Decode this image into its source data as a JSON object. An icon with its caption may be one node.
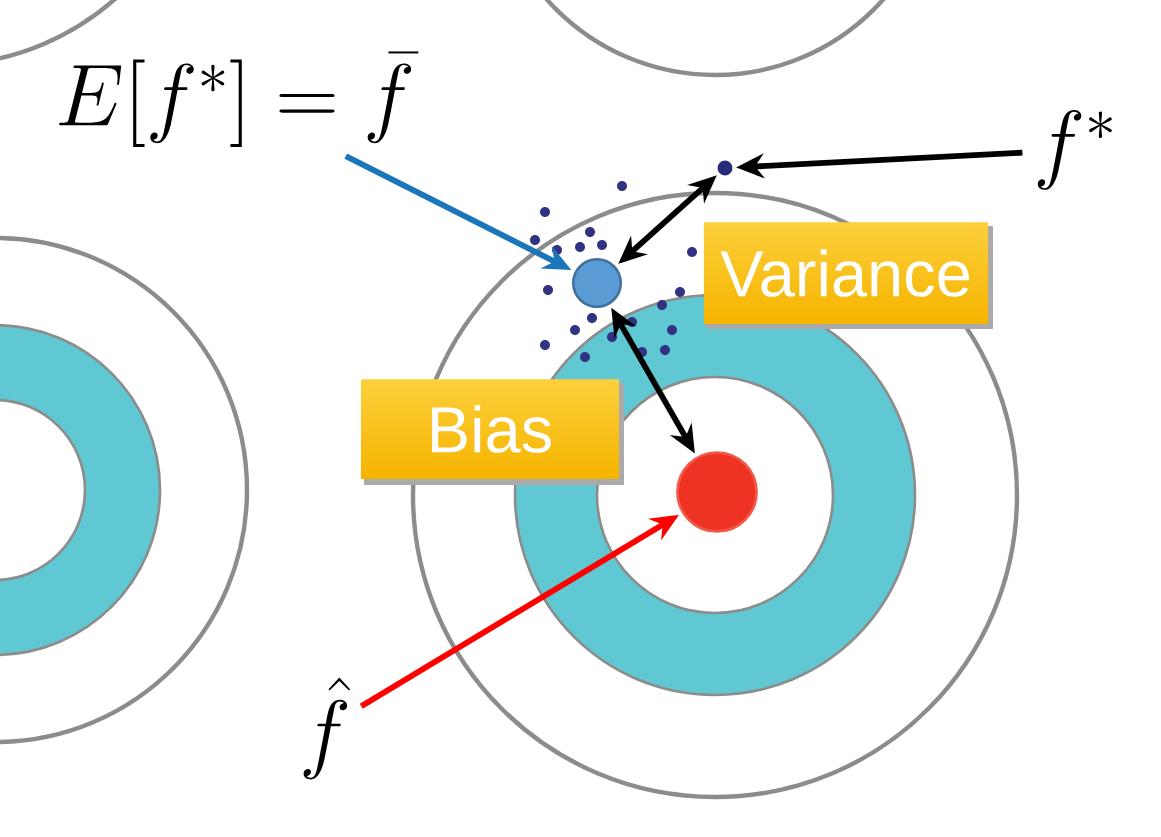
{
  "diagram": {
    "nodes": [
      {
        "text": [
          "E[f^{*}] = \\bar{f}"
        ]
      },
      {
        "text": [],
        "shape": "circle"
      },
      {
        "text": [
          "f^{*}"
        ]
      },
      {
        "text": [],
        "shape": "circle"
      },
      {
        "text": [
          "Variance"
        ]
      },
      {
        "text": [
          "Bias"
        ]
      },
      {
        "text": [],
        "shape": "circle"
      },
      {
        "text": [
          "\\hat{f}"
        ]
      }
    ],
    "edges": [
      {
        "from": 0,
        "to": 1,
        "arrow": "to",
        "color": "#1a75bb"
      },
      {
        "from": 2,
        "to": 3,
        "arrow": "to"
      },
      {
        "from": 3,
        "to": 1,
        "arrow": "both"
      },
      {
        "from": 1,
        "to": 6,
        "arrow": "both"
      },
      {
        "from": 7,
        "to": 6,
        "arrow": "to",
        "color": "#ff0000"
      }
    ]
  }
}
